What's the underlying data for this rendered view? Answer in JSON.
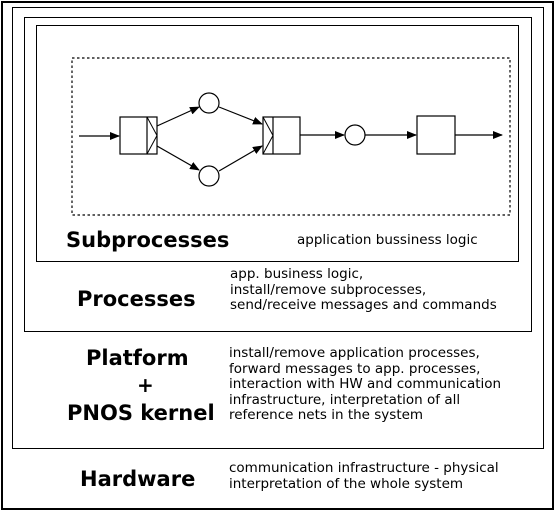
{
  "layers": {
    "subprocesses": {
      "title": "Subprocesses",
      "description": "application bussiness logic"
    },
    "processes": {
      "title": "Processes",
      "description_lines": [
        "app. business logic,",
        "install/remove subprocesses,",
        "send/receive messages and commands"
      ]
    },
    "platform": {
      "title_line1": "Platform",
      "title_plus": "+",
      "title_line2": "PNOS kernel",
      "description_lines": [
        "install/remove application processes,",
        "forward messages to app. processes,",
        "interaction with HW and communication",
        "infrastructure, interpretation of all",
        "reference nets in the system"
      ]
    },
    "hardware": {
      "title": "Hardware",
      "description_lines": [
        "communication infrastructure - physical",
        "interpretation of the whole system"
      ]
    }
  },
  "colors": {
    "line": "#000000",
    "background": "#ffffff"
  }
}
